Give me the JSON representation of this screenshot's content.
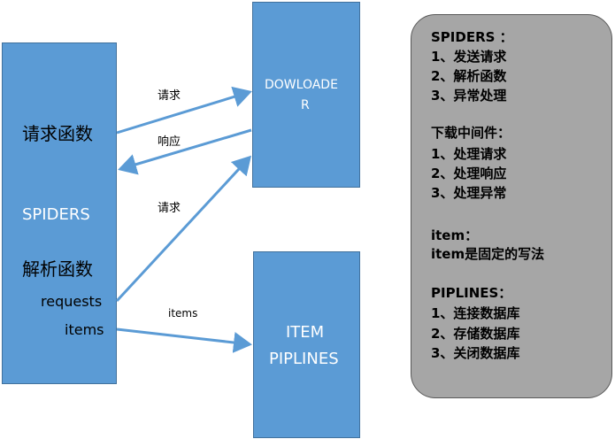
{
  "spiders_box": {
    "request_fn": "请求函数",
    "title": "SPIDERS",
    "parse_fn": "解析函数",
    "requests": "requests",
    "items": "items"
  },
  "downloader_box": {
    "line1": "DOWLOADE",
    "line2": "R"
  },
  "item_box": {
    "line1": "ITEM",
    "line2": "PIPLINES"
  },
  "arrows": {
    "request_top": "请求",
    "response": "响应",
    "request_bottom": "请求",
    "items": "items"
  },
  "notes": {
    "spiders_title": "SPIDERS ：",
    "spiders_1": "1、发送请求",
    "spiders_2": "2、解析函数",
    "spiders_3": "3、异常处理",
    "middleware_title": "下载中间件：",
    "middleware_1": "1、处理请求",
    "middleware_2": "2、处理响应",
    "middleware_3": "3、处理异常",
    "item_title": "item：",
    "item_desc": "item是固定的写法",
    "piplines_title": "PIPLINES：",
    "piplines_1": "1、连接数据库",
    "piplines_2": "2、存储数据库",
    "piplines_3": "3、关闭数据库"
  },
  "colors": {
    "box_fill": "#5b9bd5",
    "arrow": "#5b9bd5",
    "notes_fill": "#a6a6a6"
  }
}
